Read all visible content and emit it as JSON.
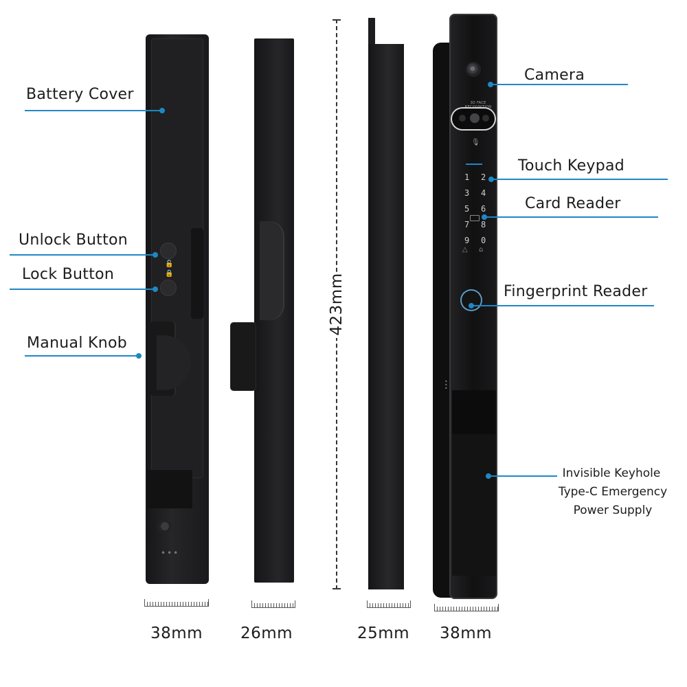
{
  "callouts": {
    "battery_cover": "Battery Cover",
    "unlock_button": "Unlock Button",
    "lock_button": "Lock Button",
    "manual_knob": "Manual Knob",
    "camera": "Camera",
    "touch_keypad": "Touch Keypad",
    "card_reader": "Card Reader",
    "fingerprint_reader": "Fingerprint Reader",
    "keyhole_line1": "Invisible Keyhole",
    "keyhole_line2": "Type-C Emergency",
    "keyhole_line3": "Power Supply"
  },
  "dimensions": {
    "height": "423mm",
    "widths": [
      "38mm",
      "26mm",
      "25mm",
      "38mm"
    ]
  },
  "device": {
    "face_recognition_text": "3D FACE RECOGNITION",
    "keypad_keys": [
      "1",
      "2",
      "3",
      "4",
      "5",
      "6",
      "7",
      "8",
      "9",
      "0"
    ]
  },
  "colors": {
    "leader_accent": "#1e88c4",
    "device_body": "#1d1d1f"
  }
}
